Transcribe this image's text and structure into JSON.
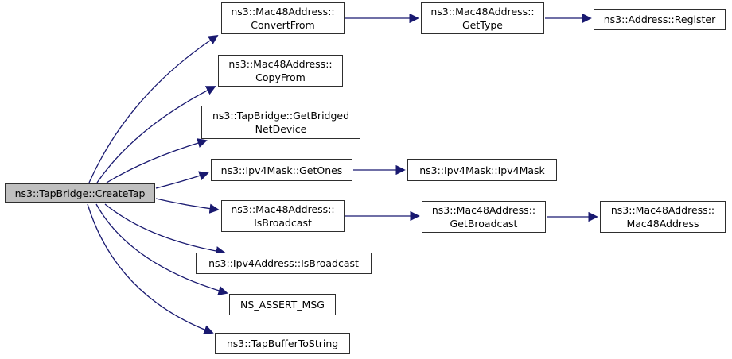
{
  "diagram": {
    "kind": "doxygen-call-graph",
    "root_function": "ns3::TapBridge::CreateTap",
    "colors": {
      "edge": "#191970",
      "node_border": "#2e2e2e",
      "root_fill": "#bfbfbf",
      "node_fill": "#ffffff",
      "background": "#ffffff",
      "text": "#000000"
    }
  },
  "nodes": {
    "createTap": {
      "line1": "ns3::TapBridge::CreateTap"
    },
    "convertFrom": {
      "line1": "ns3::Mac48Address::",
      "line2": "ConvertFrom"
    },
    "getType": {
      "line1": "ns3::Mac48Address::",
      "line2": "GetType"
    },
    "register": {
      "line1": "ns3::Address::Register"
    },
    "copyFrom": {
      "line1": "ns3::Mac48Address::",
      "line2": "CopyFrom"
    },
    "getBridged": {
      "line1": "ns3::TapBridge::GetBridged",
      "line2": "NetDevice"
    },
    "getOnes": {
      "line1": "ns3::Ipv4Mask::GetOnes"
    },
    "ipv4Mask": {
      "line1": "ns3::Ipv4Mask::Ipv4Mask"
    },
    "isBroadcastMac": {
      "line1": "ns3::Mac48Address::",
      "line2": "IsBroadcast"
    },
    "getBroadcast": {
      "line1": "ns3::Mac48Address::",
      "line2": "GetBroadcast"
    },
    "mac48Address": {
      "line1": "ns3::Mac48Address::",
      "line2": "Mac48Address"
    },
    "isBroadcastIpv4": {
      "line1": "ns3::Ipv4Address::IsBroadcast"
    },
    "nsAssertMsg": {
      "line1": "NS_ASSERT_MSG"
    },
    "tapBufferToString": {
      "line1": "ns3::TapBufferToString"
    }
  },
  "edges": [
    {
      "from": "ns3::TapBridge::CreateTap",
      "to": "ns3::Mac48Address::ConvertFrom"
    },
    {
      "from": "ns3::TapBridge::CreateTap",
      "to": "ns3::Mac48Address::CopyFrom"
    },
    {
      "from": "ns3::TapBridge::CreateTap",
      "to": "ns3::TapBridge::GetBridgedNetDevice"
    },
    {
      "from": "ns3::TapBridge::CreateTap",
      "to": "ns3::Ipv4Mask::GetOnes"
    },
    {
      "from": "ns3::TapBridge::CreateTap",
      "to": "ns3::Mac48Address::IsBroadcast"
    },
    {
      "from": "ns3::TapBridge::CreateTap",
      "to": "ns3::Ipv4Address::IsBroadcast"
    },
    {
      "from": "ns3::TapBridge::CreateTap",
      "to": "NS_ASSERT_MSG"
    },
    {
      "from": "ns3::TapBridge::CreateTap",
      "to": "ns3::TapBufferToString"
    },
    {
      "from": "ns3::Mac48Address::ConvertFrom",
      "to": "ns3::Mac48Address::GetType"
    },
    {
      "from": "ns3::Mac48Address::GetType",
      "to": "ns3::Address::Register"
    },
    {
      "from": "ns3::Ipv4Mask::GetOnes",
      "to": "ns3::Ipv4Mask::Ipv4Mask"
    },
    {
      "from": "ns3::Mac48Address::IsBroadcast",
      "to": "ns3::Mac48Address::GetBroadcast"
    },
    {
      "from": "ns3::Mac48Address::GetBroadcast",
      "to": "ns3::Mac48Address::Mac48Address"
    }
  ]
}
